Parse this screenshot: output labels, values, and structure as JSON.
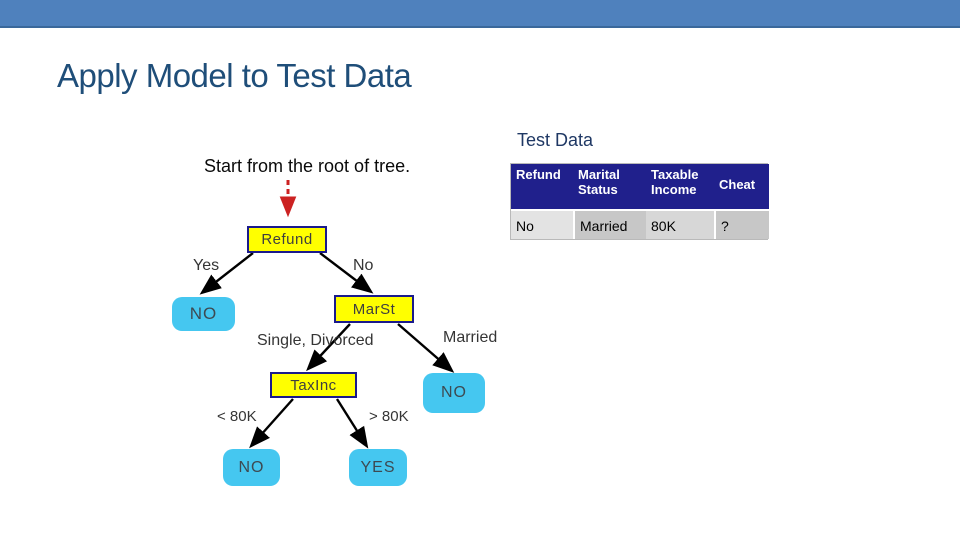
{
  "slide": {
    "title": "Apply Model to Test Data",
    "test_data_label": "Test Data",
    "instruction": "Start from the root of tree."
  },
  "table": {
    "headers": [
      "Refund",
      "Marital Status",
      "Taxable Income",
      "Cheat"
    ],
    "row": [
      "No",
      "Married",
      "80K",
      "?"
    ]
  },
  "tree": {
    "nodes": {
      "refund": "Refund",
      "marst": "MarSt",
      "taxinc": "TaxInc"
    },
    "leaves": {
      "refund_yes": "NO",
      "marst_married": "NO",
      "taxinc_low": "NO",
      "taxinc_high": "YES"
    },
    "branch_labels": {
      "yes": "Yes",
      "no": "No",
      "single_divorced": "Single, Divorced",
      "married": "Married",
      "lt_80k": "< 80K",
      "gt_80k": "> 80K"
    }
  },
  "colors": {
    "top_band": "#4F81BD",
    "band_edge": "#3A689B",
    "title": "#1F4E79",
    "subtitle": "#1F3864",
    "node_fill": "#FFFF00",
    "node_border": "#1A1A8C",
    "leaf_fill": "#45C7F0",
    "edge": "#000000",
    "trace": "#CC2222",
    "thead": "#20208C",
    "cell_light": "#E3E3E3",
    "cell_dark": "#C7C7C7"
  }
}
